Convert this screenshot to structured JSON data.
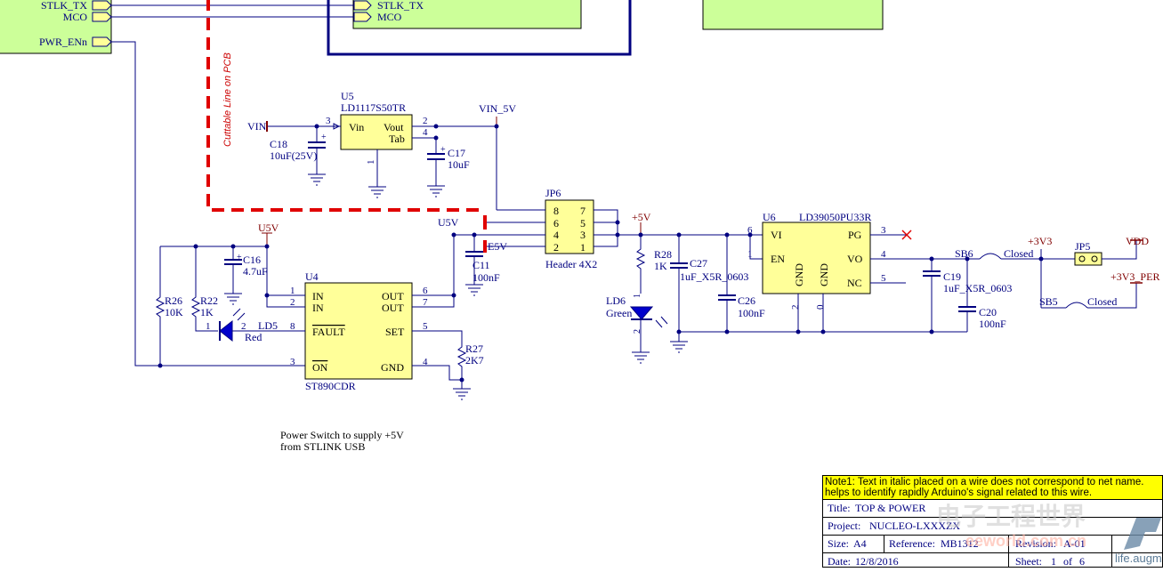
{
  "colors": {
    "wire": "#000080",
    "red": "#cc0000",
    "green_block": "#ccff99",
    "note_bg": "#ffff00",
    "box": "#ffff99"
  },
  "ports": {
    "stlk_tx": "STLK_TX",
    "mco": "MCO",
    "pwr_enn": "PWR_ENn",
    "stlk_tx2": "STLK_TX",
    "mco2": "MCO"
  },
  "cut_label": "Cuttable Line on PCB",
  "u5": {
    "ref": "U5",
    "part": "LD1117S50TR",
    "pin_vin": "Vin",
    "pin_vout": "Vout",
    "pin_tab": "Tab",
    "p3": "3",
    "p2": "2",
    "p4": "4",
    "p1": "1"
  },
  "nets": {
    "vin": "VIN",
    "vin_5v": "VIN_5V",
    "u5v_top": "U5V",
    "u5v_left": "U5V",
    "e5v": "E5V",
    "plus5v": "+5V",
    "plus3v3": "+3V3",
    "vdd": "VDD",
    "plus3v3_per": "+3V3_PER"
  },
  "caps": {
    "c18": {
      "ref": "C18",
      "val": "10uF(25V)"
    },
    "c17": {
      "ref": "C17",
      "val": "10uF"
    },
    "c16": {
      "ref": "C16",
      "val": "4.7uF"
    },
    "c11": {
      "ref": "C11",
      "val": "100nF"
    },
    "c27": {
      "ref": "C27",
      "val": "1uF_X5R_0603"
    },
    "c26": {
      "ref": "C26",
      "val": "100nF"
    },
    "c19": {
      "ref": "C19",
      "val": "1uF_X5R_0603"
    },
    "c20": {
      "ref": "C20",
      "val": "100nF"
    }
  },
  "jp6": {
    "ref": "JP6",
    "part": "Header 4X2",
    "left_pins": [
      "8",
      "6",
      "4",
      "2"
    ],
    "right_pins": [
      "7",
      "5",
      "3",
      "1"
    ]
  },
  "u4": {
    "ref": "U4",
    "part": "ST890CDR",
    "in1": "IN",
    "in2": "IN",
    "fault": "FAULT",
    "on": "ON",
    "out1": "OUT",
    "out2": "OUT",
    "set": "SET",
    "gnd": "GND",
    "p1": "1",
    "p2": "2",
    "p8": "8",
    "p3": "3",
    "p6": "6",
    "p7": "7",
    "p5": "5",
    "p4": "4"
  },
  "resistors": {
    "r26": {
      "ref": "R26",
      "val": "10K"
    },
    "r22": {
      "ref": "R22",
      "val": "1K"
    },
    "r27": {
      "ref": "R27",
      "val": "2K7"
    },
    "r28": {
      "ref": "R28",
      "val": "1K"
    }
  },
  "ld5": {
    "ref": "LD5",
    "color": "Red",
    "p1": "1",
    "p2": "2"
  },
  "ld6": {
    "ref": "LD6",
    "color": "Green",
    "p1": "1",
    "p2": "2"
  },
  "u6": {
    "ref": "U6",
    "part": "LD39050PU33R",
    "vi": "VI",
    "en": "EN",
    "pg": "PG",
    "vo": "VO",
    "nc": "NC",
    "gnd1": "GND",
    "gnd2": "GND",
    "p6": "6",
    "p1": "1",
    "p3": "3",
    "p4": "4",
    "p5": "5",
    "p2": "2",
    "p0": "0"
  },
  "sb6": {
    "ref": "SB6",
    "state": "Closed"
  },
  "sb5": {
    "ref": "SB5",
    "state": "Closed"
  },
  "jp5": {
    "ref": "JP5"
  },
  "power_note": {
    "line1": "Power Switch to supply +5V",
    "line2": "from STLINK USB"
  },
  "title_block": {
    "note": "Note1: Text in italic placed on a wire does not correspond to net name.",
    "note2": "helps to identify rapidly Arduino's signal related to this wire.",
    "title_label": "Title:",
    "title": "TOP & POWER",
    "project_label": "Project:",
    "project": "NUCLEO-LXXXZX",
    "size_label": "Size:",
    "size": "A4",
    "ref_label": "Reference:",
    "reference": "MB1312",
    "rev_label": "Revision:",
    "revision": "A-01",
    "date_label": "Date:",
    "date": "12/8/2016",
    "sheet_label": "Sheet:",
    "sheet": "1",
    "of": "of",
    "sheets": "6"
  },
  "watermark": {
    "cn": "电子工程世界",
    "url": "eeworld.com.cn",
    "life": "life.augm"
  }
}
